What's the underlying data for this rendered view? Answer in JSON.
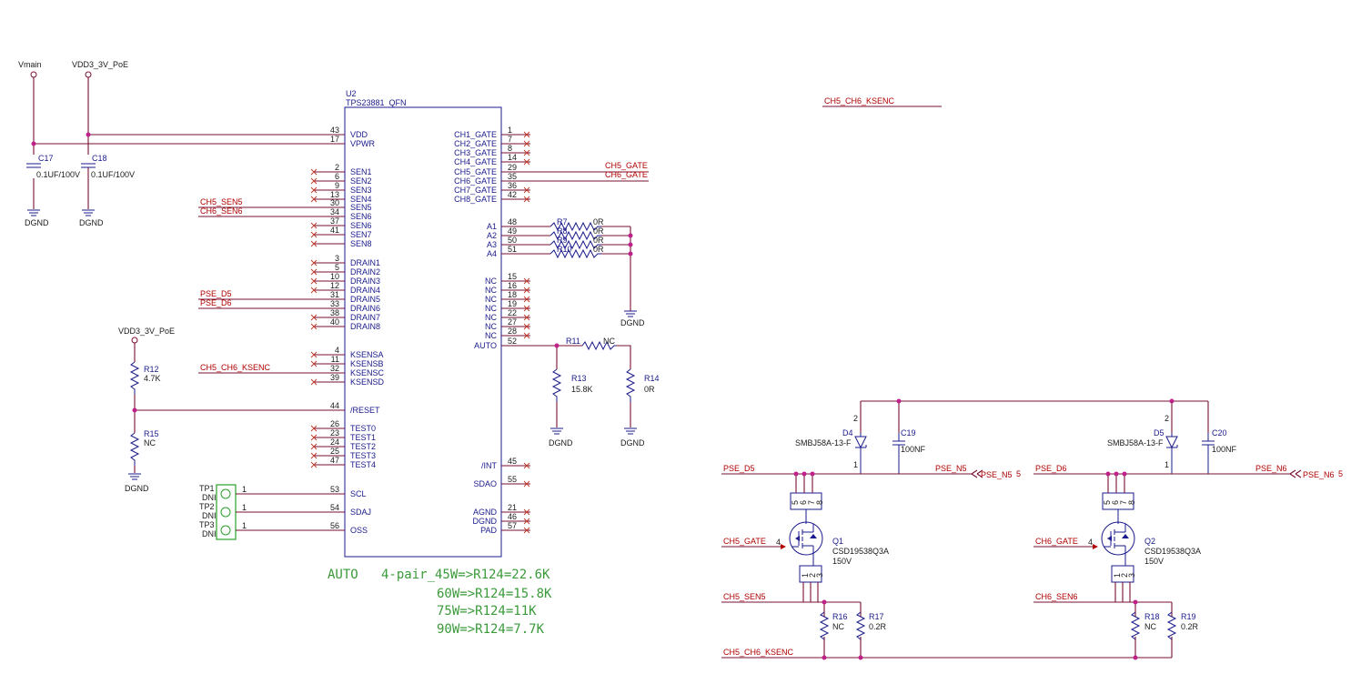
{
  "power": {
    "vmain": "Vmain",
    "vdd_poe": "VDD3_3V_PoE",
    "vdd_poe_2": "VDD3_3V_PoE",
    "dgnd": "DGND"
  },
  "ic": {
    "ref": "U2",
    "part": "TPS23881_QFN",
    "left_pins": [
      {
        "num": "43",
        "name": "VDD"
      },
      {
        "num": "17",
        "name": "VPWR"
      },
      {
        "num": "2",
        "name": "SEN1"
      },
      {
        "num": "6",
        "name": "SEN2"
      },
      {
        "num": "9",
        "name": "SEN3"
      },
      {
        "num": "13",
        "name": "SEN4"
      },
      {
        "num": "30",
        "name": "SEN5"
      },
      {
        "num": "34",
        "name": "SEN6"
      },
      {
        "num": "37",
        "name": "SEN6"
      },
      {
        "num": "41",
        "name": "SEN7"
      },
      {
        "num": "",
        "name": "SEN8"
      },
      {
        "num": "3",
        "name": "DRAIN1"
      },
      {
        "num": "5",
        "name": "DRAIN2"
      },
      {
        "num": "10",
        "name": "DRAIN3"
      },
      {
        "num": "12",
        "name": "DRAIN4"
      },
      {
        "num": "31",
        "name": "DRAIN5"
      },
      {
        "num": "33",
        "name": "DRAIN6"
      },
      {
        "num": "38",
        "name": "DRAIN7"
      },
      {
        "num": "40",
        "name": "DRAIN8"
      },
      {
        "num": "4",
        "name": "KSENSA"
      },
      {
        "num": "11",
        "name": "KSENSB"
      },
      {
        "num": "32",
        "name": "KSENSC"
      },
      {
        "num": "39",
        "name": "KSENSD"
      },
      {
        "num": "44",
        "name": "/RESET"
      },
      {
        "num": "26",
        "name": "TEST0"
      },
      {
        "num": "23",
        "name": "TEST1"
      },
      {
        "num": "24",
        "name": "TEST2"
      },
      {
        "num": "25",
        "name": "TEST3"
      },
      {
        "num": "47",
        "name": "TEST4"
      },
      {
        "num": "53",
        "name": "SCL"
      },
      {
        "num": "54",
        "name": "SDAJ"
      },
      {
        "num": "56",
        "name": "OSS"
      }
    ],
    "right_pins": [
      {
        "num": "1",
        "name": "CH1_GATE"
      },
      {
        "num": "7",
        "name": "CH2_GATE"
      },
      {
        "num": "8",
        "name": "CH3_GATE"
      },
      {
        "num": "14",
        "name": "CH4_GATE"
      },
      {
        "num": "29",
        "name": "CH5_GATE"
      },
      {
        "num": "35",
        "name": "CH6_GATE"
      },
      {
        "num": "36",
        "name": "CH7_GATE"
      },
      {
        "num": "42",
        "name": "CH8_GATE"
      },
      {
        "num": "48",
        "name": "A1"
      },
      {
        "num": "49",
        "name": "A2"
      },
      {
        "num": "50",
        "name": "A3"
      },
      {
        "num": "51",
        "name": "A4"
      },
      {
        "num": "15",
        "name": "NC"
      },
      {
        "num": "16",
        "name": "NC"
      },
      {
        "num": "18",
        "name": "NC"
      },
      {
        "num": "19",
        "name": "NC"
      },
      {
        "num": "22",
        "name": "NC"
      },
      {
        "num": "27",
        "name": "NC"
      },
      {
        "num": "28",
        "name": "NC"
      },
      {
        "num": "52",
        "name": "AUTO"
      },
      {
        "num": "45",
        "name": "/INT"
      },
      {
        "num": "55",
        "name": "SDAO"
      },
      {
        "num": "21",
        "name": "AGND"
      },
      {
        "num": "46",
        "name": "DGND"
      },
      {
        "num": "57",
        "name": "PAD"
      }
    ]
  },
  "nets": {
    "ch5_sen5": "CH5_SEN5",
    "ch6_sen6": "CH6_SEN6",
    "pse_d5": "PSE_D5",
    "pse_d6": "PSE_D6",
    "ksenc": "CH5_CH6_KSENC",
    "ch5_gate": "CH5_GATE",
    "ch6_gate": "CH6_GATE",
    "ksenc_top": "CH5_CH6_KSENC",
    "pse_n5": "PSE_N5",
    "pse_n6": "PSE_N6",
    "port_n5": "PSE_N5",
    "port_n6": "PSE_N6",
    "port_num": "5"
  },
  "components": {
    "c17": {
      "ref": "C17",
      "value": "0.1UF/100V"
    },
    "c18": {
      "ref": "C18",
      "value": "0.1UF/100V"
    },
    "r7": {
      "ref": "R7",
      "value": "0R"
    },
    "r8": {
      "ref": "R8",
      "value": "0R"
    },
    "r9": {
      "ref": "R9",
      "value": "0R"
    },
    "r10": {
      "ref": "R10",
      "value": "0R"
    },
    "r11": {
      "ref": "R11",
      "value": "NC"
    },
    "r12": {
      "ref": "R12",
      "value": "4.7K"
    },
    "r13": {
      "ref": "R13",
      "value": "15.8K"
    },
    "r14": {
      "ref": "R14",
      "value": "0R"
    },
    "r15": {
      "ref": "R15",
      "value": "NC"
    },
    "tp1": {
      "ref": "TP1",
      "value": "DNI",
      "pin": "1"
    },
    "tp2": {
      "ref": "TP2",
      "value": "DNI",
      "pin": "1"
    },
    "tp3": {
      "ref": "TP3",
      "value": "DNI",
      "pin": "1"
    },
    "d4": {
      "ref": "D4",
      "value": "SMBJ58A-13-F"
    },
    "d5": {
      "ref": "D5",
      "value": "SMBJ58A-13-F"
    },
    "c19": {
      "ref": "C19",
      "value": "100NF"
    },
    "c20": {
      "ref": "C20",
      "value": "100NF"
    },
    "q1": {
      "ref": "Q1",
      "part": "CSD19538Q3A",
      "rating": "150V"
    },
    "q2": {
      "ref": "Q2",
      "part": "CSD19538Q3A",
      "rating": "150V"
    },
    "r16": {
      "ref": "R16",
      "value": "NC"
    },
    "r17": {
      "ref": "R17",
      "value": "0.2R"
    },
    "r18": {
      "ref": "R18",
      "value": "NC"
    },
    "r19": {
      "ref": "R19",
      "value": "0.2R"
    }
  },
  "note": {
    "line1": "AUTO   4-pair_45W=>R124=22.6K",
    "line2": "60W=>R124=15.8K",
    "line3": "75W=>R124=11K",
    "line4": "90W=>R124=7.7K"
  },
  "colors": {
    "wire": "#7a1030",
    "symbol": "#1a1a8c",
    "net_label": "#b00000",
    "junction": "#c0208a",
    "note": "#3a9a3a",
    "testpoint": "#2aa02a"
  }
}
